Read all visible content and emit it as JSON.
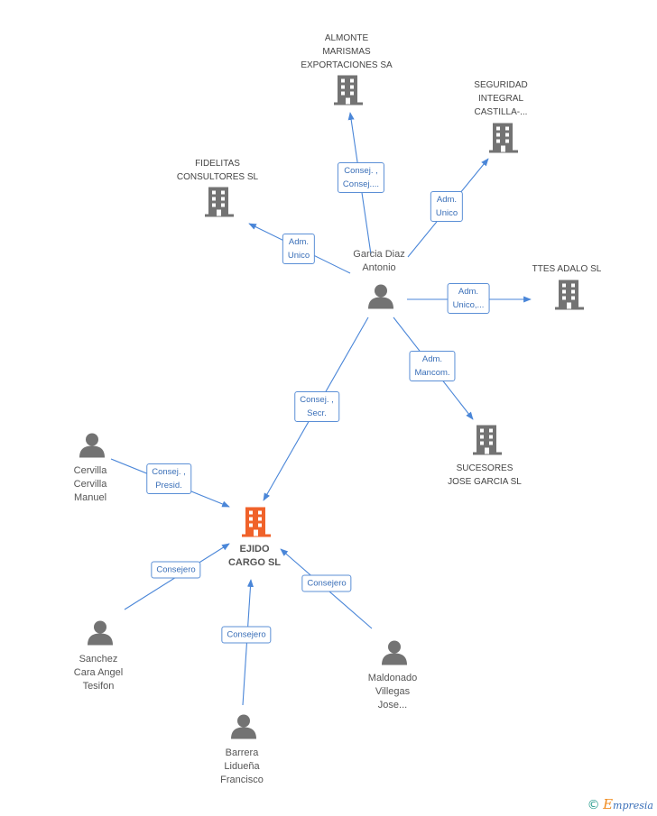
{
  "nodes": {
    "main": {
      "label": "EJIDO\nCARGO SL",
      "type": "company-main"
    },
    "garcia": {
      "label": "Garcia Diaz\nAntonio",
      "type": "person"
    },
    "almonte": {
      "label": "ALMONTE\nMARISMAS\nEXPORTACIONES SA",
      "type": "company"
    },
    "seguridad": {
      "label": "SEGURIDAD\nINTEGRAL\nCASTILLA-...",
      "type": "company"
    },
    "fidelitas": {
      "label": "FIDELITAS\nCONSULTORES SL",
      "type": "company"
    },
    "ttes": {
      "label": "TTES ADALO SL",
      "type": "company"
    },
    "sucesores": {
      "label": "SUCESORES\nJOSE GARCIA SL",
      "type": "company"
    },
    "cervilla": {
      "label": "Cervilla\nCervilla\nManuel",
      "type": "person"
    },
    "sanchez": {
      "label": "Sanchez\nCara Angel\nTesifon",
      "type": "person"
    },
    "barrera": {
      "label": "Barrera\nLidueña\nFrancisco",
      "type": "person"
    },
    "maldonado": {
      "label": "Maldonado\nVillegas\nJose...",
      "type": "person"
    }
  },
  "relations": {
    "r_almonte": "Consej. ,\nConsej....",
    "r_seguridad": "Adm.\nUnico",
    "r_fidelitas": "Adm.\nUnico",
    "r_ttes": "Adm.\nUnico,...",
    "r_sucesores": "Adm.\nMancom.",
    "r_main_garcia": "Consej. ,\nSecr.",
    "r_cervilla": "Consej. ,\nPresid.",
    "r_sanchez": "Consejero",
    "r_barrera": "Consejero",
    "r_maldonado": "Consejero"
  },
  "colors": {
    "edge": "#4a86d8",
    "icon_gray": "#737373",
    "icon_main": "#f0622a",
    "label_border": "#5b8fd6"
  },
  "footer": {
    "copyright": "©",
    "brand_initial": "E",
    "brand_rest": "mpresia"
  }
}
